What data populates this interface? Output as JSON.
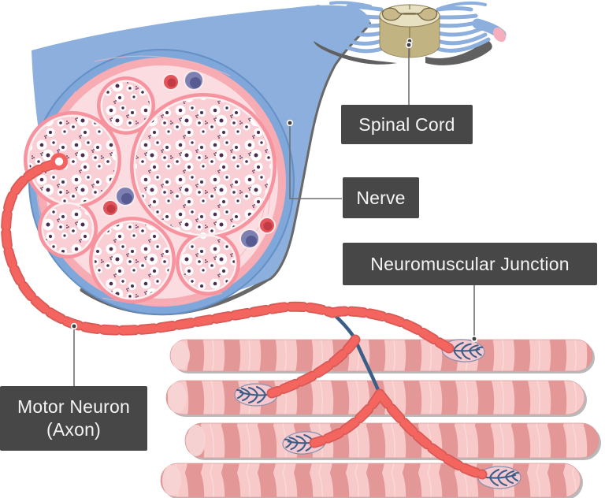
{
  "labels": {
    "spinal_cord": "Spinal Cord",
    "nerve": "Nerve",
    "neuromuscular_junction": "Neuromuscular Junction",
    "motor_neuron": "Motor Neuron",
    "motor_neuron_suffix": "(Axon)"
  },
  "colors": {
    "background": "#ffffff",
    "label_box": "#474747",
    "label_text": "#f4f4f4",
    "leader_line": "#6f6f6f",
    "nerve_sheath_blue": "#8cafdd",
    "nerve_ring_blue": "#6f9dd4",
    "nerve_interior_pink": "#fbdce0",
    "epineurium_band_pink": "#f7abb3",
    "fascicle_pink": "#f9cfd5",
    "fascicle_halo_pink": "#f7939f",
    "axon_dot_purple": "#4d2c52",
    "axon_line_blue": "#3a5e88",
    "myelin_red": "#f4655f",
    "myelin_red_edge": "#d85a56",
    "muscle_stripe_light": "#f8c9c9",
    "muscle_stripe_dark": "#e49797",
    "junction_oval_pink": "#f5c9cf",
    "spinal_cord_body_tan": "#c2b383",
    "spinal_cord_top_cream": "#e8e1c1",
    "gray_matter_tan": "#c9b98a",
    "shadow_gray": "#686868",
    "vessel_red": "#e25459",
    "vessel_purple": "#7d81b2",
    "nerve_tip_pink": "#f4aebc"
  }
}
